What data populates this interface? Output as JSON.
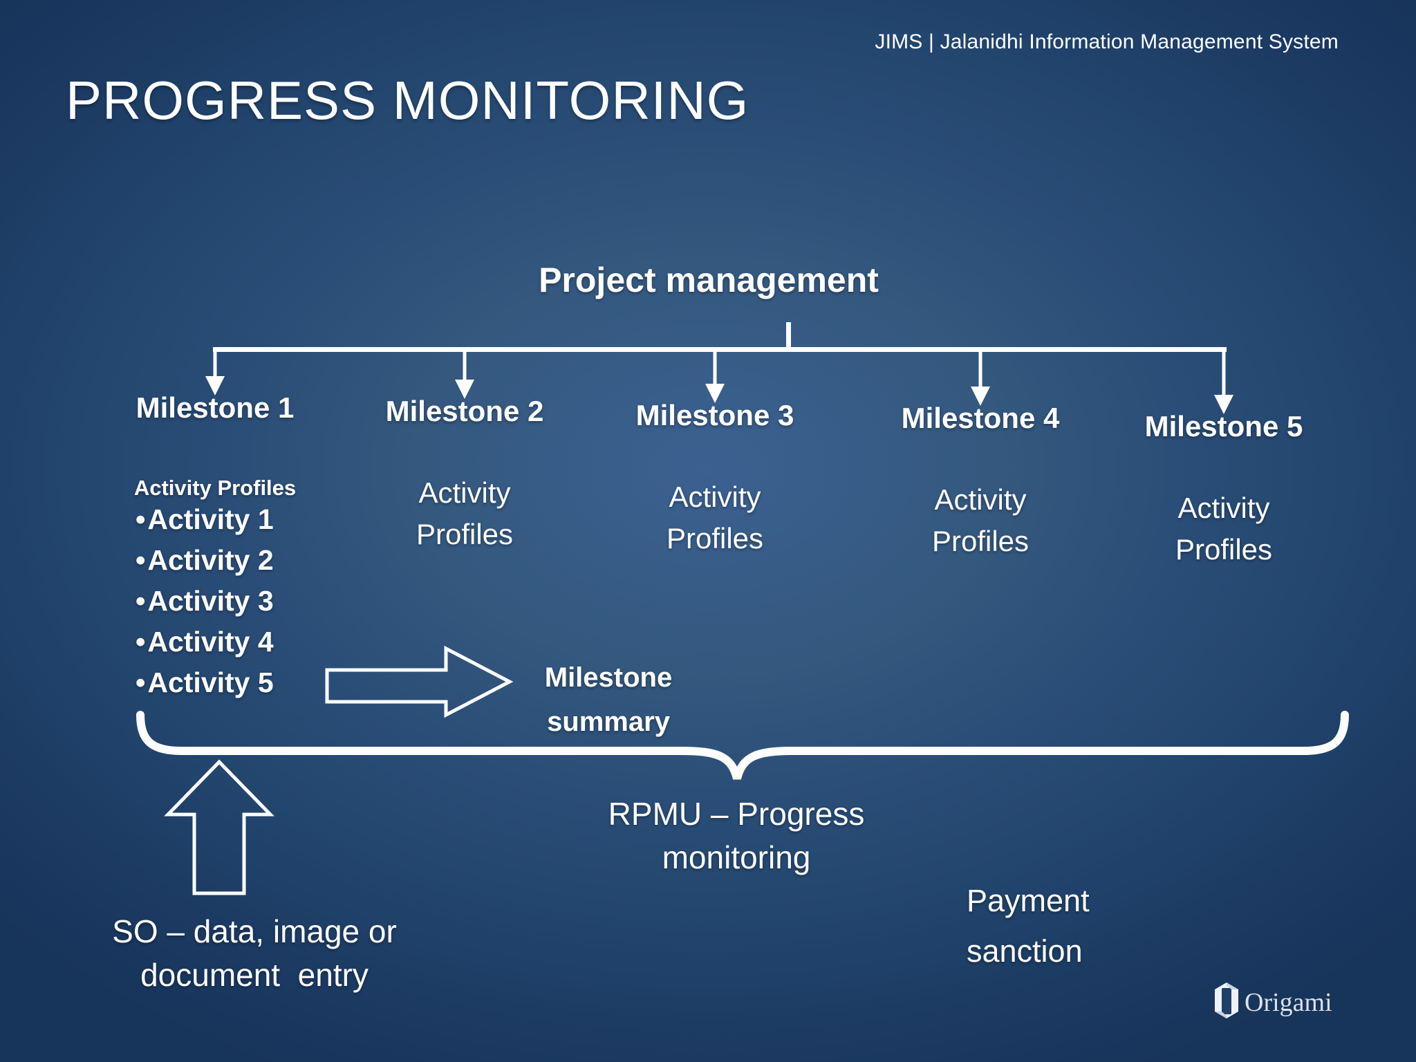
{
  "header": {
    "app_label": "JIMS | Jalanidhi Information Management System"
  },
  "title": "PROGRESS MONITORING",
  "diagram": {
    "root_label": "Project management",
    "bullet_char": "•",
    "milestones": [
      {
        "label": "Milestone 1",
        "profile_heading": "Activity Profiles",
        "activities": [
          "Activity 1",
          "Activity 2",
          "Activity 3",
          "Activity 4",
          "Activity 5"
        ]
      },
      {
        "label": "Milestone 2",
        "profile_lines": [
          "Activity",
          "Profiles"
        ]
      },
      {
        "label": "Milestone 3",
        "profile_lines": [
          "Activity",
          "Profiles"
        ]
      },
      {
        "label": "Milestone 4",
        "profile_lines": [
          "Activity",
          "Profiles"
        ]
      },
      {
        "label": "Milestone 5",
        "profile_lines": [
          "Activity",
          "Profiles"
        ]
      }
    ],
    "milestone_summary_lines": [
      "Milestone",
      "summary"
    ],
    "rpmu_lines": [
      "RPMU – Progress",
      "monitoring"
    ],
    "payment_lines": [
      "Payment",
      "sanction"
    ],
    "so_entry_lines": [
      "SO – data, image or",
      "document  entry"
    ]
  },
  "footer": {
    "brand": "Origami"
  },
  "colors": {
    "background_center": "#3b6191",
    "background_edge": "#17345a",
    "text": "#ffffff",
    "shape_stroke": "#ffffff"
  }
}
